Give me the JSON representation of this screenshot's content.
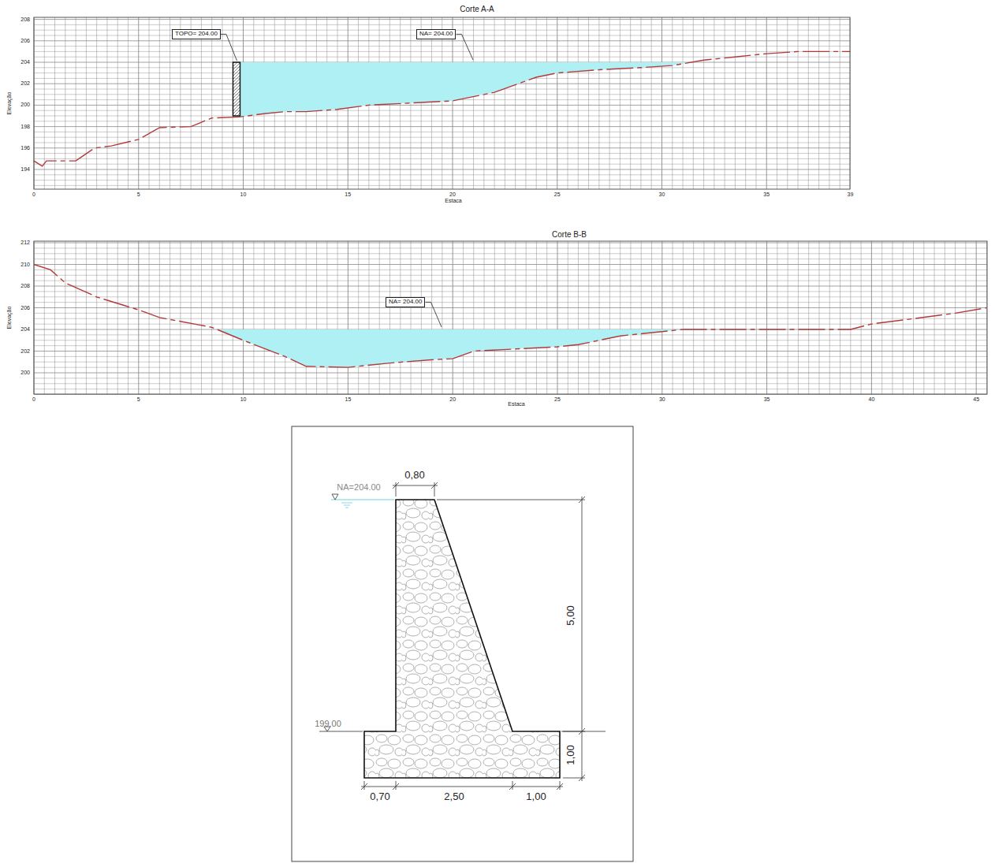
{
  "diagram": {
    "nodes": [
      {
        "text": [
          "TOPO= 204.00"
        ]
      },
      {
        "text": [
          "NA= 204.00"
        ]
      },
      {
        "text": [
          "NA= 204.00"
        ]
      }
    ],
    "labels": [
      "Corte A-A",
      "Elevação",
      "Estaca",
      "208",
      "206",
      "204",
      "202",
      "200",
      "198",
      "196",
      "194",
      "0",
      "5",
      "10",
      "15",
      "20",
      "25",
      "30",
      "35",
      "39",
      "Corte B-B",
      "Elevação",
      "Estaca",
      "212",
      "210",
      "208",
      "206",
      "204",
      "202",
      "200",
      "0",
      "5",
      "10",
      "15",
      "20",
      "25",
      "30",
      "35",
      "40",
      "45",
      "NA=204.00",
      "0,80",
      "5,00",
      "199.00",
      "1,00",
      "0,70",
      "2,50",
      "1,00"
    ]
  }
}
